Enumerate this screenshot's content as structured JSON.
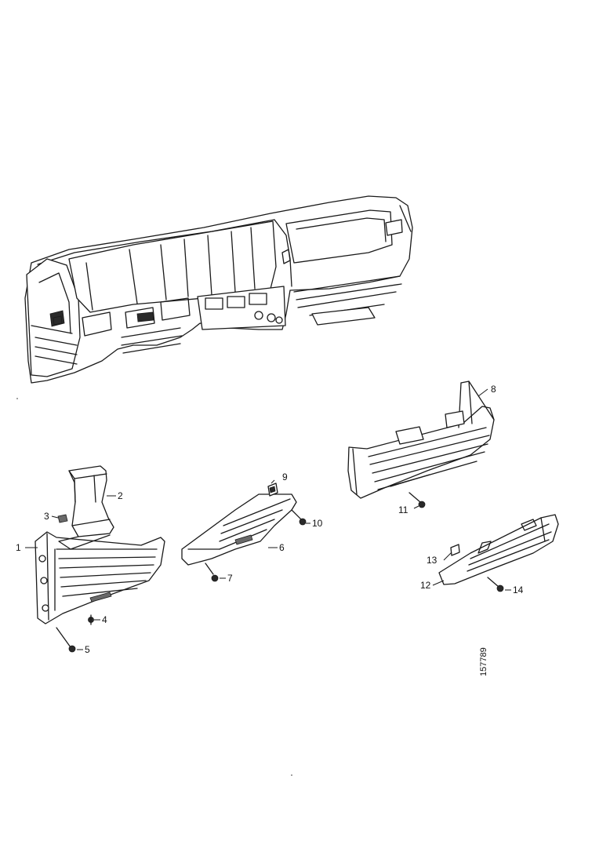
{
  "figure_code": "157789",
  "callouts": [
    "1",
    "2",
    "3",
    "4",
    "5",
    "6",
    "7",
    "8",
    "9",
    "10",
    "11",
    "12",
    "13",
    "14"
  ]
}
